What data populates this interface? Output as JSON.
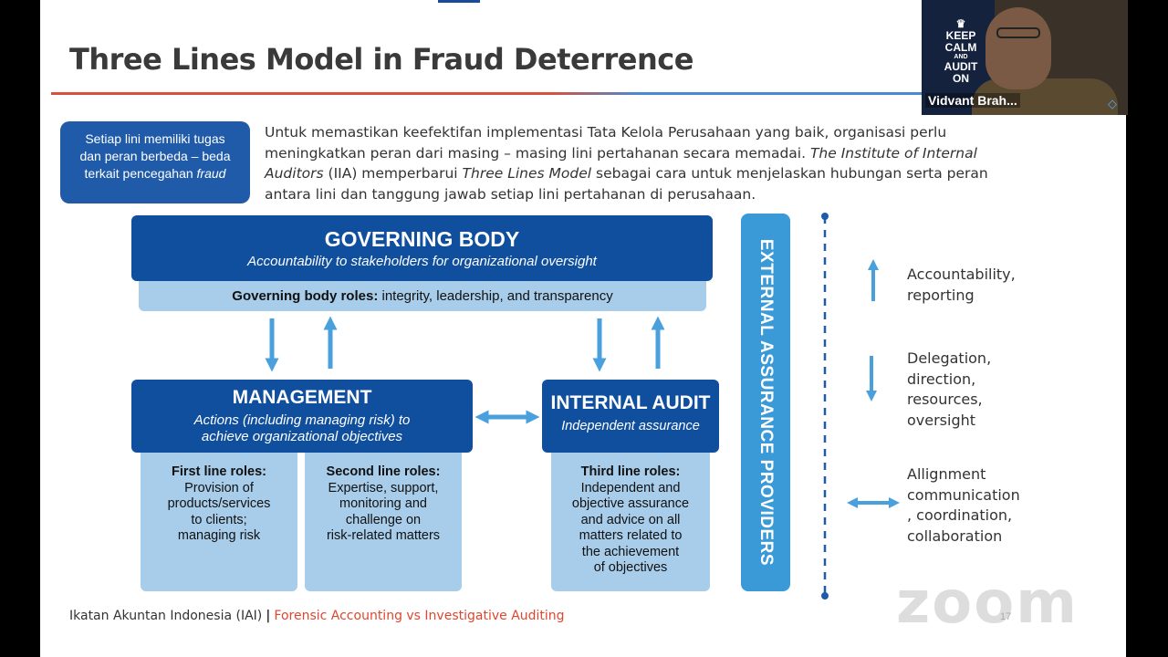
{
  "slide": {
    "title": "Three Lines Model in Fraud Deterrence",
    "callout": {
      "line1": "Setiap lini memiliki tugas",
      "line2": "dan peran berbeda – beda",
      "line3_prefix": "terkait pencegahan ",
      "line3_italic": "fraud"
    },
    "intro": {
      "p1": "Untuk memastikan keefektifan implementasi  Tata Kelola Perusahaan yang baik, organisasi perlu meningkatkan peran dari masing – masing lini pertahanan secara memadai. ",
      "p1_italic": "The Institute of Internal Auditors",
      "p2": " (IIA) memperbarui ",
      "p2_italic": "Three Lines Model",
      "p3": " sebagai cara untuk menjelaskan hubungan serta peran antara lini dan tanggung jawab setiap lini pertahanan di perusahaan."
    },
    "diagram": {
      "governing_body": {
        "title": "GOVERNING BODY",
        "subtitle": "Accountability to stakeholders for organizational oversight",
        "roles_label": "Governing body roles:",
        "roles_text": " integrity, leadership, and transparency"
      },
      "management": {
        "title": "MANAGEMENT",
        "subtitle_l1": "Actions (including managing risk) to",
        "subtitle_l2": "achieve organizational objectives"
      },
      "internal_audit": {
        "title": "INTERNAL AUDIT",
        "subtitle": "Independent assurance"
      },
      "first_line": {
        "label": "First line roles:",
        "l1": "Provision of",
        "l2": "products/services",
        "l3": "to clients;",
        "l4": "managing risk"
      },
      "second_line": {
        "label": "Second line roles:",
        "l1": "Expertise, support,",
        "l2": "monitoring and",
        "l3": "challenge on",
        "l4": "risk-related matters"
      },
      "third_line": {
        "label": "Third line roles:",
        "l1": "Independent and",
        "l2": "objective assurance",
        "l3": "and advice on all",
        "l4": "matters related to",
        "l5": "the achievement",
        "l6": "of objectives"
      },
      "external": "EXTERNAL ASSURANCE PROVIDERS"
    },
    "legend": {
      "up": {
        "l1": "Accountability,",
        "l2": "reporting"
      },
      "down": {
        "l1": "Delegation,",
        "l2": "direction,",
        "l3": "resources,",
        "l4": "oversight"
      },
      "both": {
        "l1": "Allignment",
        "l2": "communication",
        "l3": ", coordination,",
        "l4": "collaboration"
      }
    },
    "footer": {
      "org": "Ikatan Akuntan Indonesia (IAI)",
      "separator": "|",
      "topic": "Forensic Accounting vs Investigative Auditing"
    },
    "page_number": "17"
  },
  "zoom_watermark": "zoom",
  "video": {
    "participant_name": "Vidvant Brah...",
    "poster": {
      "l1": "KEEP",
      "l2": "CALM",
      "l3": "AND",
      "l4": "AUDIT",
      "l5": "ON"
    }
  },
  "colors": {
    "dark_blue": "#0f4f9e",
    "light_blue": "#a8cdea",
    "mid_blue": "#3a9ad8",
    "arrow_blue": "#4aa0dc",
    "accent_red": "#e0462e"
  }
}
